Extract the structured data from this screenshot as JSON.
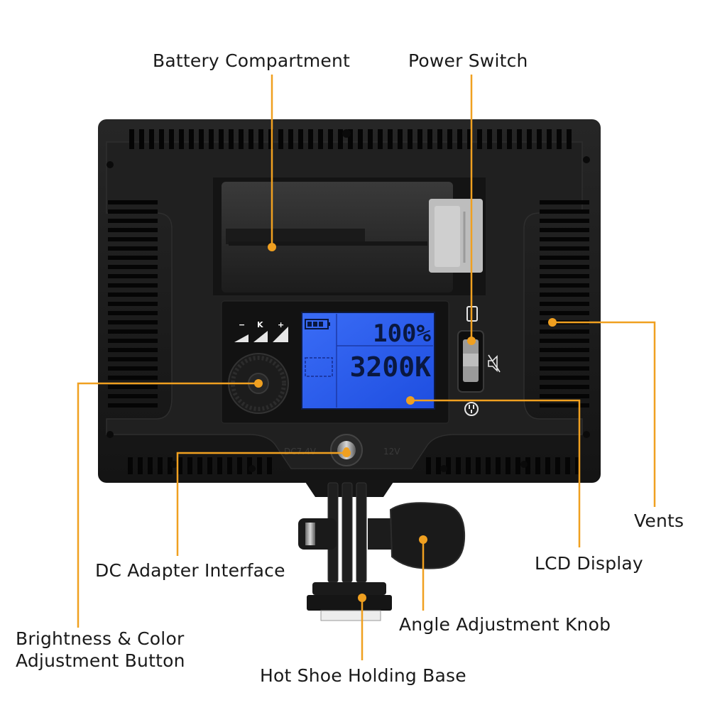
{
  "labels": {
    "battery_compartment": "Battery Compartment",
    "power_switch": "Power Switch",
    "vents": "Vents",
    "lcd_display": "LCD Display",
    "dc_adapter_interface": "DC Adapter Interface",
    "brightness_line1": "Brightness & Color",
    "brightness_line2": "Adjustment Button",
    "angle_adjustment_knob": "Angle Adjustment Knob",
    "hot_shoe_holding_base": "Hot Shoe Holding Base"
  },
  "device": {
    "lcd_brightness": "100%",
    "lcd_color_temp": "3200K",
    "panel_minus": "−",
    "panel_k": "K",
    "panel_plus": "+",
    "dc_left": "DC7.4V",
    "dc_right": "12V"
  },
  "colors": {
    "leader_line": "#f0a020",
    "lcd_background": "#2a5ef0",
    "body": "#1a1a1a"
  }
}
